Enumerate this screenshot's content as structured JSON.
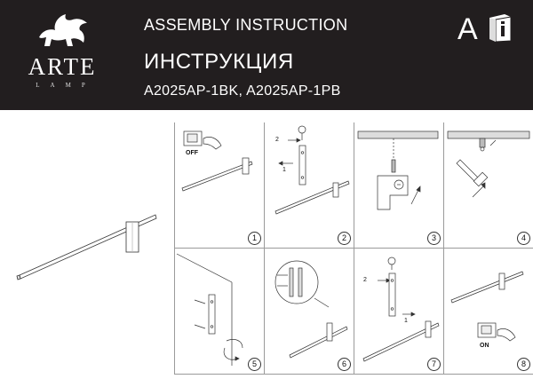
{
  "header": {
    "brand": "ARTE",
    "brand_sub": "LAMP",
    "title_en": "ASSEMBLY INSTRUCTION",
    "title_ru": "ИНСТРУКЦИЯ",
    "models": "A2025AP-1BK,  A2025AP-1PB",
    "badge": "A",
    "book_icon": "info-book-icon",
    "colors": {
      "band": "#221e1f",
      "text": "#ffffff"
    }
  },
  "steps": [
    {
      "number": "1",
      "label": "OFF"
    },
    {
      "number": "2",
      "callout_1": "2",
      "callout_2": "1"
    },
    {
      "number": "3"
    },
    {
      "number": "4"
    },
    {
      "number": "5"
    },
    {
      "number": "6"
    },
    {
      "number": "7",
      "callout_1": "2",
      "callout_2": "1"
    },
    {
      "number": "8",
      "label": "ON"
    }
  ]
}
